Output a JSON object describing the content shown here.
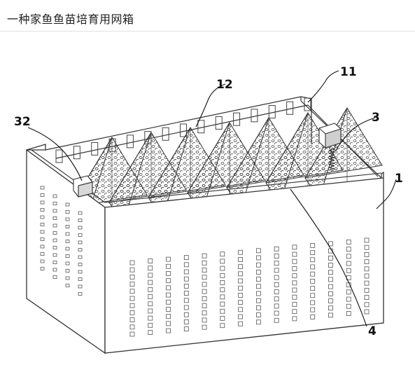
{
  "header": {
    "title": "一种家鱼鱼苗培育用网箱"
  },
  "diagram": {
    "labels": {
      "l1": "1",
      "l3": "3",
      "l4": "4",
      "l11": "11",
      "l12": "12",
      "l32": "32"
    },
    "line_color": "#333333",
    "grid": {
      "front_columns": 14,
      "front_rows": 11,
      "side_columns": 4,
      "side_rows": 12
    },
    "pyramid_count": 7
  }
}
